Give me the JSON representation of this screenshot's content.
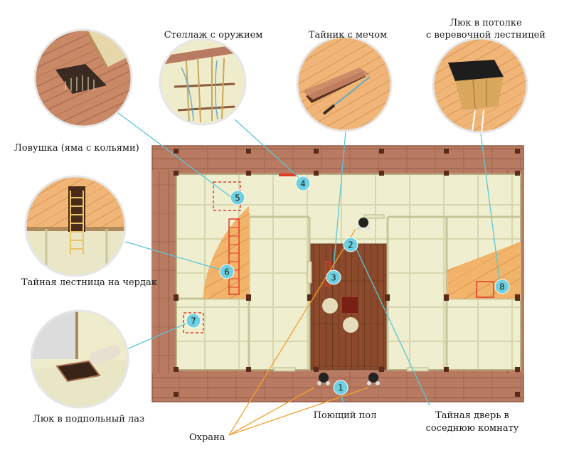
{
  "labels": {
    "trap": "Ловушка (яма с кольями)",
    "weapons_rack": "Стеллаж с оружием",
    "sword_cache": "Тайник с мечом",
    "hatch_line1": "Люк в потолке",
    "hatch_line2": "с веревочной лестницей",
    "attic_ladder": "Тайная лестница на чердак",
    "underfloor_hatch": "Люк в подпольный лаз",
    "guards": "Охрана",
    "singing_floor": "Поющий пол",
    "secret_door_line1": "Тайная дверь в",
    "secret_door_line2": "соседнюю комнату"
  },
  "markers": [
    "1",
    "2",
    "3",
    "4",
    "5",
    "6",
    "7",
    "8"
  ],
  "colors": {
    "wood_floor": "#b97a62",
    "tatami": "#efefcf",
    "tatami_border": "#c7c49a",
    "light_wood": "#f2b36a",
    "dark_wood": "#8b4a2b",
    "post": "#5a2a1a",
    "marker_fill": "#6fd0df",
    "leader_cyan": "#5cc6d6",
    "leader_orange": "#f0a030",
    "highlight_red": "#e23b2a"
  }
}
